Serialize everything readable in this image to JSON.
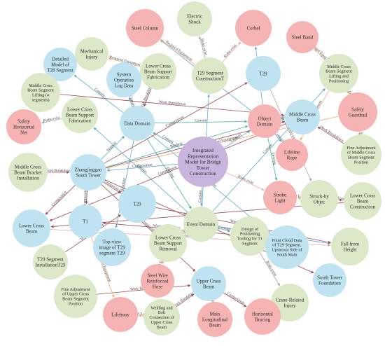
{
  "colors": {
    "pink": "#f6b3b3",
    "green": "#dce8c8",
    "blue": "#bfe3f0",
    "purple": "#c8b4dc",
    "edge_blue": "#4a9cc0",
    "edge_teal": "#28a79a",
    "edge_maroon": "#8b2d3a",
    "edge_orange": "#f0a060",
    "edge_gray": "#9a9a9a",
    "edge_pink": "#e89aa0",
    "edge_green": "#8fbf6a"
  },
  "nodes": [
    {
      "id": "steel-column",
      "label": "Steel Column",
      "group": "pink"
    },
    {
      "id": "electric-shock",
      "label": "Electric Shock",
      "group": "green"
    },
    {
      "id": "corbel",
      "label": "Corbel",
      "group": "pink"
    },
    {
      "id": "steel-band",
      "label": "Steel Band",
      "group": "pink"
    },
    {
      "id": "mechanical-injury",
      "label": "Mechanical Injury",
      "group": "green"
    },
    {
      "id": "detailed-model-t28",
      "label": "Detailed Model of T28 Segment",
      "group": "blue"
    },
    {
      "id": "lower-beam-support-fab-top",
      "label": "Lower Cross Beam Support Fabrication",
      "group": "green"
    },
    {
      "id": "system-op-log",
      "label": "System Operation Log Data",
      "group": "blue"
    },
    {
      "id": "t29-segment-construction",
      "label": "T29 Segment ConstructionT",
      "group": "green"
    },
    {
      "id": "t28",
      "label": "T28",
      "group": "blue"
    },
    {
      "id": "middle-beam-lifting-positioning",
      "label": "Middle Cross Beam Segment Lifting and Positioning",
      "group": "green"
    },
    {
      "id": "middle-beam-lifting-4",
      "label": "Middle Cross Beam Segment Lifting (4 segments)",
      "group": "green"
    },
    {
      "id": "lower-beam-support-fab-left",
      "label": "Lower Cross Beam Support Fabrication",
      "group": "green"
    },
    {
      "id": "safety-guardrail",
      "label": "Safety Guardrail",
      "group": "pink"
    },
    {
      "id": "data-domain",
      "label": "Data Domain",
      "group": "blue"
    },
    {
      "id": "object-domain",
      "label": "Object Domain",
      "group": "pink"
    },
    {
      "id": "middle-cross-beam",
      "label": "Middle Cross Beam",
      "group": "blue"
    },
    {
      "id": "safety-horizontal-net",
      "label": "Safety Horizontal Net",
      "group": "pink"
    },
    {
      "id": "fine-adj-middle",
      "label": "Fine Adjustment of Middle Cross Beam Segment Position",
      "group": "green"
    },
    {
      "id": "integrated-model",
      "label": "Integrated Representation Model for Bridge Tower Construction",
      "group": "purple"
    },
    {
      "id": "lifeline-rope",
      "label": "Lifeline Rope",
      "group": "pink"
    },
    {
      "id": "middle-beam-bracket",
      "label": "Middle Cross Beam Bracket Installation",
      "group": "green"
    },
    {
      "id": "zhangjinggao",
      "label": "Zhangjinggao South Tower",
      "group": "blue"
    },
    {
      "id": "struck-by",
      "label": "Struck-by Objec",
      "group": "green"
    },
    {
      "id": "lower-beam-construction",
      "label": "Lower Cross Beam Construction",
      "group": "green"
    },
    {
      "id": "strobe-light",
      "label": "Strobe Light",
      "group": "pink"
    },
    {
      "id": "t29",
      "label": "T29",
      "group": "blue"
    },
    {
      "id": "lower-cross-beam",
      "label": "Lower Cross Beam",
      "group": "blue"
    },
    {
      "id": "t1",
      "label": "T1",
      "group": "blue"
    },
    {
      "id": "event-domain",
      "label": "Event Domain",
      "group": "green"
    },
    {
      "id": "design-positioning",
      "label": "Design of Positioning Tooling for T1 Segment",
      "group": "green"
    },
    {
      "id": "point-cloud",
      "label": "Point Cloud Data of T29 Segment, Upstream Side of South Main",
      "group": "blue"
    },
    {
      "id": "fall-from-height",
      "label": "Fall from Height",
      "group": "green"
    },
    {
      "id": "top-view-image",
      "label": "Top-view image of T29 segment T29",
      "group": "blue"
    },
    {
      "id": "lower-beam-support-removal",
      "label": "Lower Cross Beam Support Removal",
      "group": "green"
    },
    {
      "id": "t29-segment-installation",
      "label": "T29 Segment InstallationT29",
      "group": "green"
    },
    {
      "id": "steel-wire-hose",
      "label": "Steel Wire Reinforced Hose",
      "group": "pink"
    },
    {
      "id": "upper-cross-beam",
      "label": "Upper Cross Beam",
      "group": "blue"
    },
    {
      "id": "south-tower-foundation",
      "label": "South Tower Foundation",
      "group": "blue"
    },
    {
      "id": "fine-adj-upper",
      "label": "Fine Adjustment of Upper Cross Beam Segment Position",
      "group": "green"
    },
    {
      "id": "crane-injury",
      "label": "Crane-Related Injury",
      "group": "green"
    },
    {
      "id": "lifebuoy",
      "label": "Lifebuoy",
      "group": "pink"
    },
    {
      "id": "welding-bolt",
      "label": "Welding and Bolt Connection of Upper Cross Beam",
      "group": "green"
    },
    {
      "id": "main-longitudinal-beam",
      "label": "Main Longitudinal Beam",
      "group": "pink"
    },
    {
      "id": "horizontal-bracing",
      "label": "Horizontal Bracing",
      "group": "pink"
    }
  ],
  "edges": [
    {
      "from": "integrated-model",
      "to": "data-domain",
      "label": "Contain",
      "color": "edge_blue"
    },
    {
      "from": "integrated-model",
      "to": "object-domain",
      "label": "Contain",
      "color": "edge_blue"
    },
    {
      "from": "integrated-model",
      "to": "event-domain",
      "label": "Contain",
      "color": "edge_blue"
    },
    {
      "from": "integrated-model",
      "to": "zhangjinggao",
      "label": "Composition",
      "color": "edge_blue"
    },
    {
      "from": "data-domain",
      "to": "object-domain",
      "label": "Contain",
      "color": "edge_teal"
    },
    {
      "from": "data-domain",
      "to": "system-op-log",
      "label": "Contain",
      "color": "edge_blue"
    },
    {
      "from": "data-domain",
      "to": "detailed-model-t28",
      "label": "Contain",
      "color": "edge_blue"
    },
    {
      "from": "data-domain",
      "to": "top-view-image",
      "label": "Contain",
      "color": "edge_blue"
    },
    {
      "from": "data-domain",
      "to": "point-cloud",
      "label": "Contain",
      "color": "edge_blue"
    },
    {
      "from": "object-domain",
      "to": "middle-cross-beam",
      "label": "Contain",
      "color": "edge_teal"
    },
    {
      "from": "object-domain",
      "to": "steel-column",
      "label": "Contain",
      "color": "edge_blue"
    },
    {
      "from": "object-domain",
      "to": "corbel",
      "label": "Contain",
      "color": "edge_blue"
    },
    {
      "from": "object-domain",
      "to": "lifeline-rope",
      "label": "Contain",
      "color": "edge_blue"
    },
    {
      "from": "event-domain",
      "to": "design-positioning",
      "label": "Contain",
      "color": "edge_blue"
    },
    {
      "from": "event-domain",
      "to": "lower-beam-support-removal",
      "label": "Contain",
      "color": "edge_blue"
    },
    {
      "from": "event-domain",
      "to": "fall-from-height",
      "label": "Contain",
      "color": "edge_blue"
    },
    {
      "from": "zhangjinggao",
      "to": "t1",
      "label": "Composition",
      "color": "edge_maroon"
    },
    {
      "from": "zhangjinggao",
      "to": "t29",
      "label": "Composition",
      "color": "edge_maroon"
    },
    {
      "from": "zhangjinggao",
      "to": "lower-cross-beam",
      "label": "Composition",
      "color": "edge_maroon"
    },
    {
      "from": "zhangjinggao",
      "to": "middle-cross-beam",
      "label": "Composition",
      "color": "edge_maroon"
    },
    {
      "from": "zhangjinggao",
      "to": "upper-cross-beam",
      "label": "Composition",
      "color": "edge_maroon"
    },
    {
      "from": "zhangjinggao",
      "to": "t28",
      "label": "Composition",
      "color": "edge_maroon"
    },
    {
      "from": "zhangjinggao",
      "to": "south-tower-foundation",
      "label": "Composition",
      "color": "edge_maroon"
    },
    {
      "from": "t29-segment-construction",
      "to": "steel-column",
      "label": "Required Equipment",
      "color": "edge_orange"
    },
    {
      "from": "t29-segment-construction",
      "to": "electric-shock",
      "label": "Risks exist",
      "color": "edge_gray"
    },
    {
      "from": "t29-segment-construction",
      "to": "corbel",
      "label": "Risks exist",
      "color": "edge_pink"
    },
    {
      "from": "middle-beam-lifting-positioning",
      "to": "steel-band",
      "label": "Required Equipment",
      "color": "edge_orange"
    },
    {
      "from": "middle-beam-lifting-positioning",
      "to": "safety-guardrail",
      "label": "Required Equipment",
      "color": "edge_orange"
    },
    {
      "from": "middle-beam-lifting-positioning",
      "to": "lifeline-rope",
      "label": "Required Equipment",
      "color": "edge_orange"
    },
    {
      "from": "lower-beam-support-fab-top",
      "to": "mechanical-injury",
      "label": "Required Equipment",
      "color": "edge_orange"
    },
    {
      "from": "lower-beam-support-fab-top",
      "to": "data-domain",
      "label": "Work Breakdown",
      "color": "edge_maroon"
    },
    {
      "from": "lower-beam-support-fab-left",
      "to": "safety-horizontal-net",
      "label": "Risks exist",
      "color": "edge_gray"
    },
    {
      "from": "middle-beam-lifting-4",
      "to": "middle-cross-beam",
      "label": "Work Breakdown",
      "color": "edge_maroon"
    },
    {
      "from": "middle-beam-bracket",
      "to": "zhangjinggao",
      "label": "Work Breakdown",
      "color": "edge_maroon"
    },
    {
      "from": "fine-adj-middle",
      "to": "middle-cross-beam",
      "label": "Work Breakdown",
      "color": "edge_maroon"
    },
    {
      "from": "fine-adj-middle",
      "to": "safety-guardrail",
      "label": "Required Equipment",
      "color": "edge_orange"
    },
    {
      "from": "lower-beam-construction",
      "to": "struck-by",
      "label": "Risks exist",
      "color": "edge_maroon"
    },
    {
      "from": "lower-beam-construction",
      "to": "lower-cross-beam",
      "label": "Work Breakdown",
      "color": "edge_maroon"
    },
    {
      "from": "struck-by",
      "to": "strobe-light",
      "label": "Required Equipment",
      "color": "edge_orange"
    },
    {
      "from": "design-positioning",
      "to": "t1",
      "label": "Work Breakdown",
      "color": "edge_maroon"
    },
    {
      "from": "design-positioning",
      "to": "crane-injury",
      "label": "Risks exist",
      "color": "edge_gray"
    },
    {
      "from": "t29-segment-installation",
      "to": "t29",
      "label": "Work Breakdown",
      "color": "edge_maroon"
    },
    {
      "from": "lower-beam-support-removal",
      "to": "steel-wire-hose",
      "label": "Required Equipment",
      "color": "edge_orange"
    },
    {
      "from": "fine-adj-upper",
      "to": "upper-cross-beam",
      "label": "Work Breakdown",
      "color": "edge_maroon"
    },
    {
      "from": "welding-bolt",
      "to": "upper-cross-beam",
      "label": "Work Breakdown",
      "color": "edge_maroon"
    },
    {
      "from": "welding-bolt",
      "to": "lifebuoy",
      "label": "Required Equipment",
      "color": "edge_orange"
    },
    {
      "from": "upper-cross-beam",
      "to": "main-longitudinal-beam",
      "label": "Composition",
      "color": "edge_maroon"
    },
    {
      "from": "upper-cross-beam",
      "to": "horizontal-bracing",
      "label": "Composition",
      "color": "edge_maroon"
    },
    {
      "from": "event-domain",
      "to": "t29-segment-construction",
      "label": "Contain",
      "color": "edge_blue"
    },
    {
      "from": "event-domain",
      "to": "middle-beam-lifting-positioning",
      "label": "Contain",
      "color": "edge_blue"
    },
    {
      "from": "event-domain",
      "to": "lower-beam-support-fab-left",
      "label": "Contain",
      "color": "edge_blue"
    },
    {
      "from": "object-domain",
      "to": "strobe-light",
      "label": "Driving",
      "color": "edge_teal"
    },
    {
      "from": "zhangjinggao",
      "to": "object-domain",
      "label": "Binding",
      "color": "edge_teal"
    },
    {
      "from": "zhangjinggao",
      "to": "data-domain",
      "label": "Support",
      "color": "edge_teal"
    },
    {
      "from": "data-domain",
      "to": "event-domain",
      "label": "Driving",
      "color": "edge_teal"
    },
    {
      "from": "integrated-model",
      "to": "strobe-light",
      "label": "Risks exist",
      "color": "edge_pink"
    },
    {
      "from": "t1",
      "to": "lifebuoy",
      "label": "Required Equipment",
      "color": "edge_orange"
    },
    {
      "from": "lower-cross-beam",
      "to": "fall-from-height",
      "label": "Risks exist",
      "color": "edge_pink"
    },
    {
      "from": "t29",
      "to": "fall-from-height",
      "label": "Work Breakdown",
      "color": "edge_maroon"
    },
    {
      "from": "t28",
      "to": "struck-by",
      "label": "Risks exist",
      "color": "edge_gray"
    },
    {
      "from": "middle-cross-beam",
      "to": "lower-cross-beam",
      "label": "Composition",
      "color": "edge_maroon"
    },
    {
      "from": "safety-guardrail",
      "to": "zhangjinggao",
      "label": "Required Equipment",
      "color": "edge_orange"
    }
  ]
}
